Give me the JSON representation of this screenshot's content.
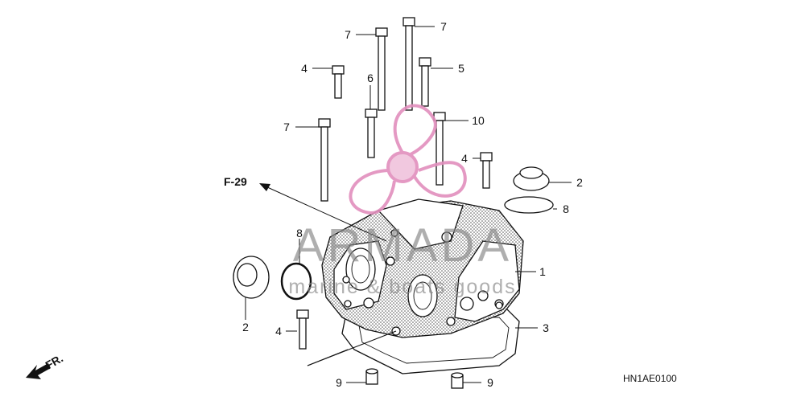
{
  "diagram": {
    "reference": "F-29",
    "front_marker": "FR.",
    "part_code": "HN1AE0100",
    "callouts": [
      {
        "id": "c7a",
        "label": "7"
      },
      {
        "id": "c7b",
        "label": "7"
      },
      {
        "id": "c4a",
        "label": "4"
      },
      {
        "id": "c5",
        "label": "5"
      },
      {
        "id": "c6",
        "label": "6"
      },
      {
        "id": "c7c",
        "label": "7"
      },
      {
        "id": "c10",
        "label": "10"
      },
      {
        "id": "c4b",
        "label": "4"
      },
      {
        "id": "c2a",
        "label": "2"
      },
      {
        "id": "c8a",
        "label": "8"
      },
      {
        "id": "c8b",
        "label": "8"
      },
      {
        "id": "c1",
        "label": "1"
      },
      {
        "id": "c2b",
        "label": "2"
      },
      {
        "id": "c3",
        "label": "3"
      },
      {
        "id": "c4c",
        "label": "4"
      },
      {
        "id": "c9a",
        "label": "9"
      },
      {
        "id": "c9b",
        "label": "9"
      }
    ]
  },
  "watermark": {
    "brand": "ARMADA",
    "tagline": "marine & boats goods",
    "colors": {
      "primary": "#8a8a8a",
      "accent": "#e28fbd"
    }
  }
}
